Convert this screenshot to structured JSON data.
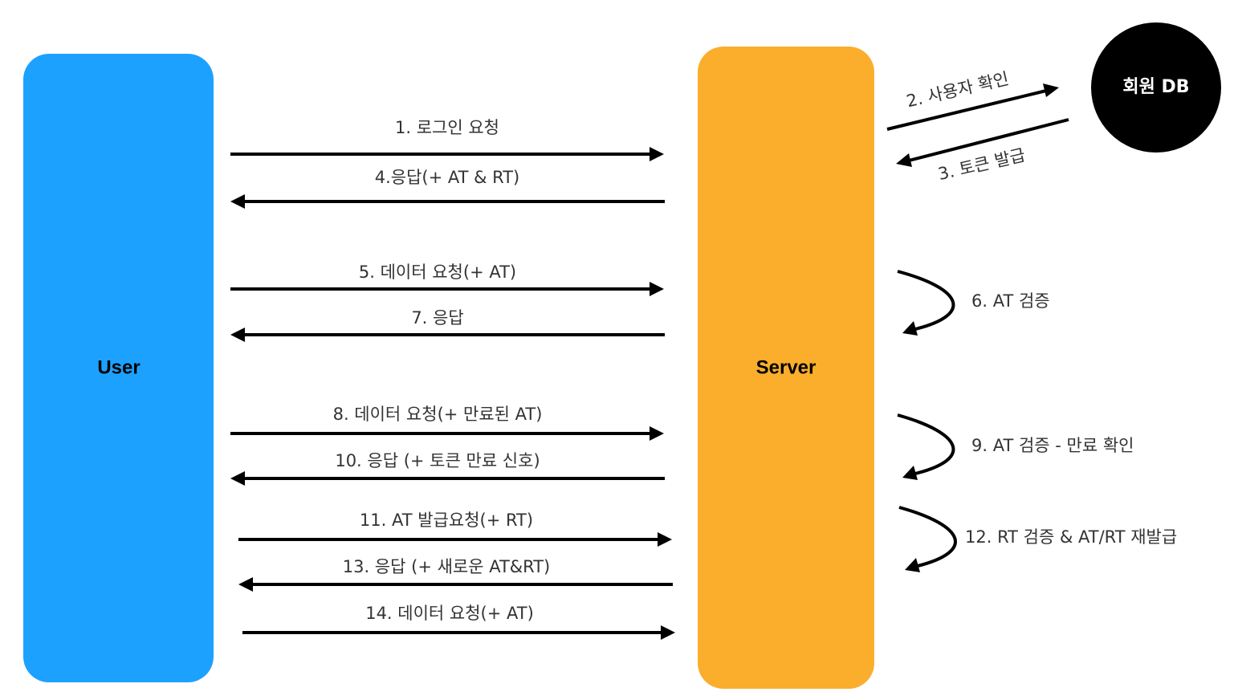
{
  "actors": {
    "user": {
      "label": "User",
      "color": "#1DA1FF"
    },
    "server": {
      "label": "Server",
      "color": "#FBAE2C"
    },
    "db": {
      "label": "회원 DB",
      "color": "#000000"
    }
  },
  "messages": [
    {
      "step": 1,
      "text": "1. 로그인 요청",
      "from": "User",
      "to": "Server"
    },
    {
      "step": 2,
      "text": "2. 사용자 확인",
      "from": "Server",
      "to": "회원 DB"
    },
    {
      "step": 3,
      "text": "3. 토큰 발급",
      "from": "회원 DB",
      "to": "Server"
    },
    {
      "step": 4,
      "text": "4.응답(+ AT & RT)",
      "from": "Server",
      "to": "User"
    },
    {
      "step": 5,
      "text": "5. 데이터 요청(+ AT)",
      "from": "User",
      "to": "Server"
    },
    {
      "step": 6,
      "text": "6. AT 검증",
      "from": "Server",
      "to": "Server"
    },
    {
      "step": 7,
      "text": "7. 응답",
      "from": "Server",
      "to": "User"
    },
    {
      "step": 8,
      "text": "8. 데이터 요청(+ 만료된 AT)",
      "from": "User",
      "to": "Server"
    },
    {
      "step": 9,
      "text": "9. AT 검증 - 만료 확인",
      "from": "Server",
      "to": "Server"
    },
    {
      "step": 10,
      "text": "10. 응답 (+ 토큰 만료 신호)",
      "from": "Server",
      "to": "User"
    },
    {
      "step": 11,
      "text": "11. AT 발급요청(+ RT)",
      "from": "User",
      "to": "Server"
    },
    {
      "step": 12,
      "text": "12. RT 검증 & AT/RT 재발급",
      "from": "Server",
      "to": "Server"
    },
    {
      "step": 13,
      "text": "13. 응답 (+ 새로운 AT&RT)",
      "from": "Server",
      "to": "User"
    },
    {
      "step": 14,
      "text": "14. 데이터 요청(+ AT)",
      "from": "User",
      "to": "Server"
    }
  ]
}
